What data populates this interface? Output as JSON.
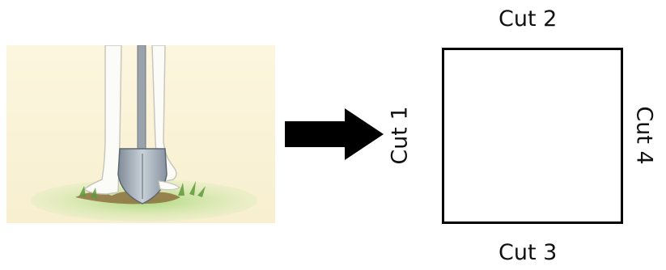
{
  "diagram": {
    "labels": {
      "top": "Cut 2",
      "left": "Cut 1",
      "right": "Cut  4",
      "bottom": "Cut 3"
    },
    "illustration_icon": "shovel-digging-icon",
    "arrow_icon": "right-arrow-icon",
    "colors": {
      "background_panel": "#fbf3d6",
      "grass": "#9acb6b",
      "soil": "#8b6a3b",
      "shovel_blade": "#9aa6b2",
      "outline": "#000000"
    }
  }
}
